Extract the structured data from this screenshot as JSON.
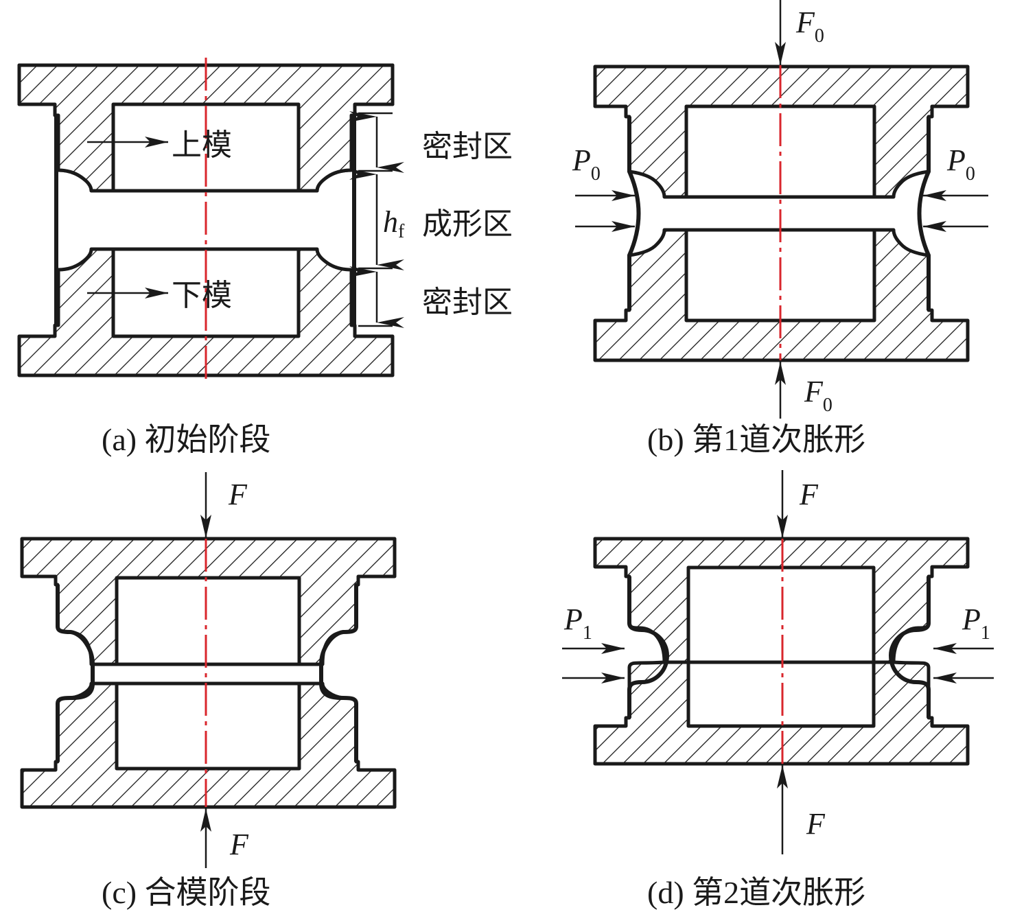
{
  "panels": {
    "a": {
      "caption": "(a) 初始阶段",
      "upper_die": "上模",
      "lower_die": "下模",
      "zones": [
        "密封区",
        "成形区",
        "密封区"
      ],
      "dimension_symbol": "h",
      "dimension_subscript": "f"
    },
    "b": {
      "caption": "(b) 第1道次胀形",
      "force_top": {
        "symbol": "F",
        "subscript": "0"
      },
      "force_bottom": {
        "symbol": "F",
        "subscript": "0"
      },
      "pressure_left": {
        "symbol": "P",
        "subscript": "0"
      },
      "pressure_right": {
        "symbol": "P",
        "subscript": "0"
      }
    },
    "c": {
      "caption": "(c) 合模阶段",
      "force_top": {
        "symbol": "F"
      },
      "force_bottom": {
        "symbol": "F"
      }
    },
    "d": {
      "caption": "(d) 第2道次胀形",
      "force_top": {
        "symbol": "F"
      },
      "force_bottom": {
        "symbol": "F"
      },
      "pressure_left": {
        "symbol": "P",
        "subscript": "1"
      },
      "pressure_right": {
        "symbol": "P",
        "subscript": "1"
      }
    }
  },
  "colors": {
    "line": "#1a1a1a",
    "centerline": "#d9262c",
    "background": "#ffffff"
  }
}
